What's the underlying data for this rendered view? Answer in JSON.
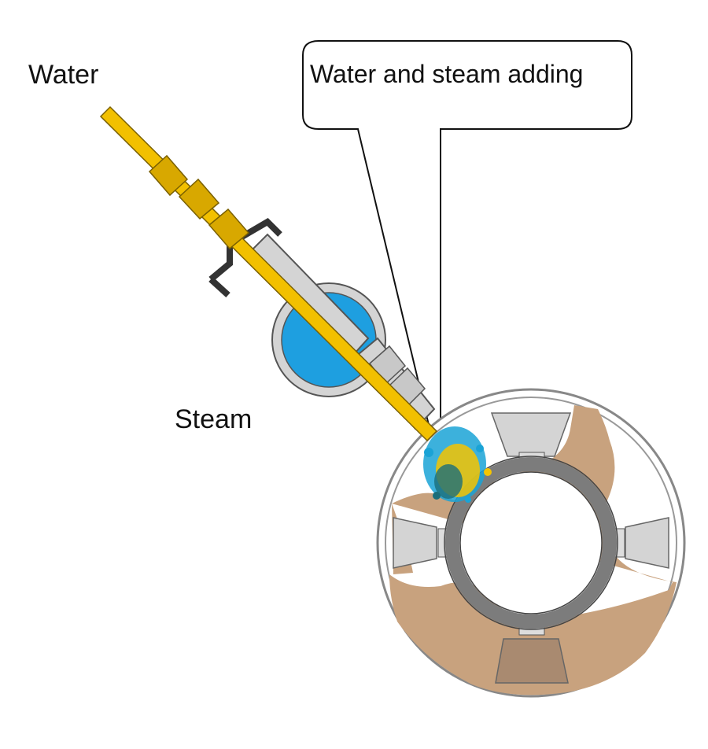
{
  "labels": {
    "water": "Water",
    "steam": "Steam",
    "callout": "Water and steam adding"
  },
  "colors": {
    "water_pipe": "#f2c000",
    "steam_fill": "#1e9fe0",
    "body_gray": "#d4d4d4",
    "ring_gray": "#7c7c7c",
    "material": "#c8a27e",
    "material_dark": "#a98a70",
    "spray_blue": "#1aa3d6",
    "spray_yellow": "#f5c400",
    "spray_teal": "#1a6e7a"
  },
  "icons": [
    "water-pipe-icon",
    "steam-chamber-icon",
    "mixing-drum-icon",
    "spray-icon"
  ]
}
